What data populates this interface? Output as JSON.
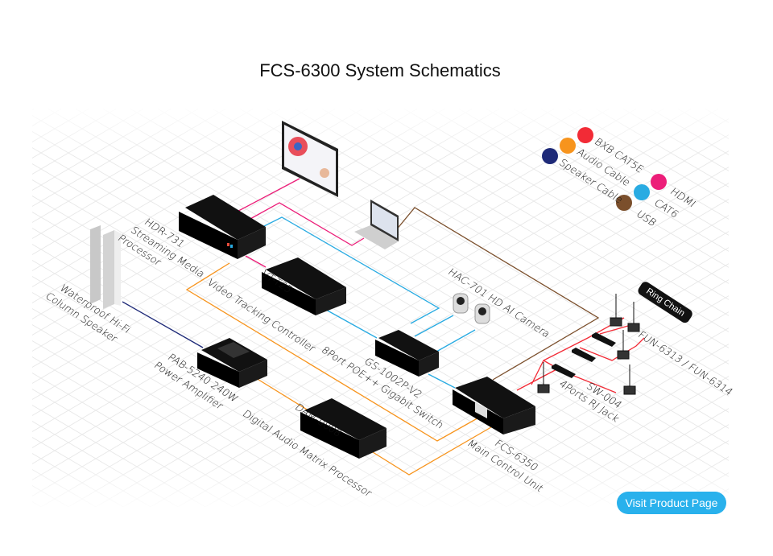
{
  "title": "FCS-6300 System Schematics",
  "legend": [
    {
      "label": "BXB CAT5E",
      "color": "#f22b36"
    },
    {
      "label": "Audio Cable",
      "color": "#f7941d"
    },
    {
      "label": "Speaker Cable",
      "color": "#1e2a78"
    },
    {
      "label": "HDMI",
      "color": "#ec1e79"
    },
    {
      "label": "CAT6",
      "color": "#29abe2"
    },
    {
      "label": "USB",
      "color": "#7b4f2c"
    }
  ],
  "devices": {
    "hdr": {
      "line1": "HDR-731",
      "line2": "Streaming Media",
      "line3": "Processor"
    },
    "speaker": {
      "line1": "Waterproof Hi-Fi",
      "line2": "Column  Speaker"
    },
    "vt": {
      "line1": "VT-T25",
      "line2": "Video Tracking Controller"
    },
    "pab": {
      "line1": "PAB-5240 240W",
      "line2": "Power Amplifier"
    },
    "dam": {
      "line1": "DAM-0808",
      "line2": "Digital Audio Matrix Processor"
    },
    "gs": {
      "line1": "GS-1002P-V2",
      "line2": "8Port POE++ Gigabit Switch"
    },
    "camera": {
      "line1": "HAC-701 HD AI Camera"
    },
    "fcs": {
      "line1": "FCS-6350",
      "line2": "Main Control Unit"
    },
    "sw": {
      "line1": "SW-004",
      "line2": "4Ports RJ Jack"
    },
    "fun": {
      "line1": "FUN-6313 / FUN-6314"
    }
  },
  "ring_chain": "Ring Chain",
  "visit_button": "Visit Product Page"
}
